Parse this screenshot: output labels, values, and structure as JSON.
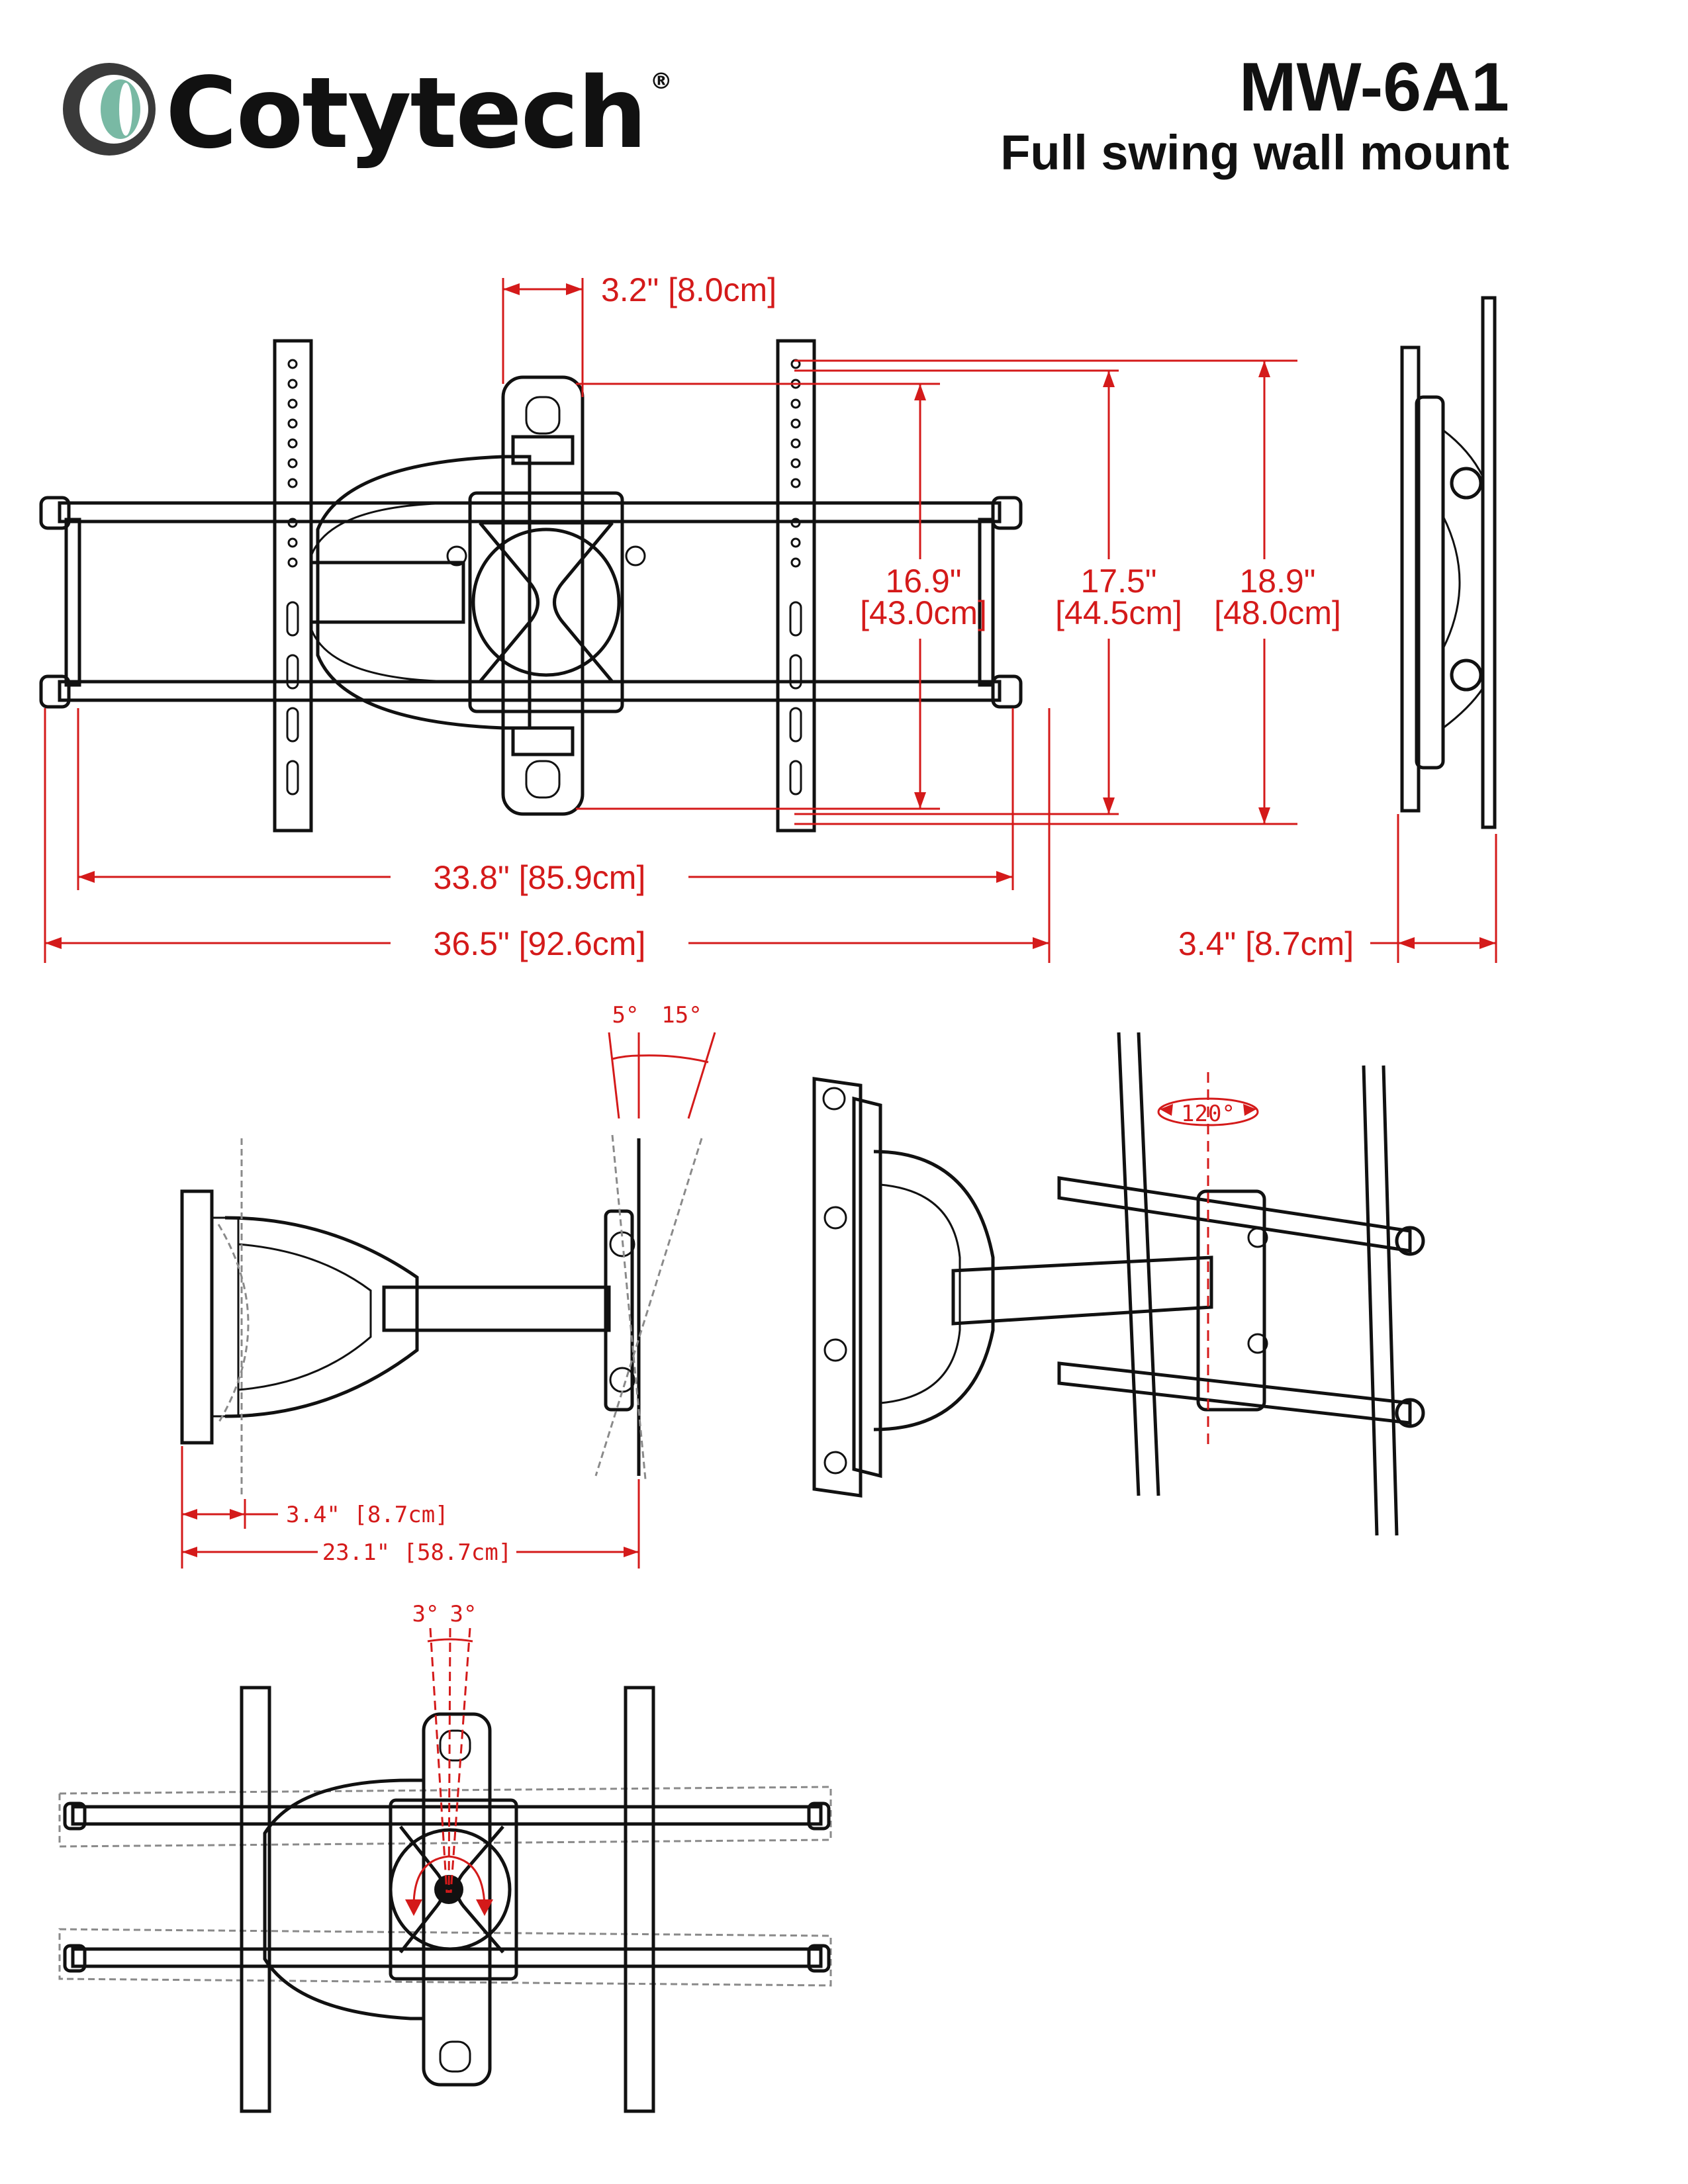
{
  "brand": {
    "name": "Cotytech",
    "mark": "®"
  },
  "product": {
    "model": "MW-6A1",
    "description": "Full swing wall mount"
  },
  "dimensions": {
    "hole_offset": "3.2\" [8.0cm]",
    "height_a_in": "16.9\"",
    "height_a_cm": "[43.0cm]",
    "height_b_in": "17.5\"",
    "height_b_cm": "[44.5cm]",
    "height_c_in": "18.9\"",
    "height_c_cm": "[48.0cm]",
    "width_inner": "33.8\" [85.9cm]",
    "width_outer": "36.5\" [92.6cm]",
    "profile_depth": "3.4\" [8.7cm]",
    "tilt_down": "5°",
    "tilt_up": "15°",
    "min_depth": "3.4\" [8.7cm]",
    "max_extension": "23.1\" [58.7cm]",
    "swivel": "120°",
    "rotation_left": "3°",
    "rotation_right": "3°"
  }
}
